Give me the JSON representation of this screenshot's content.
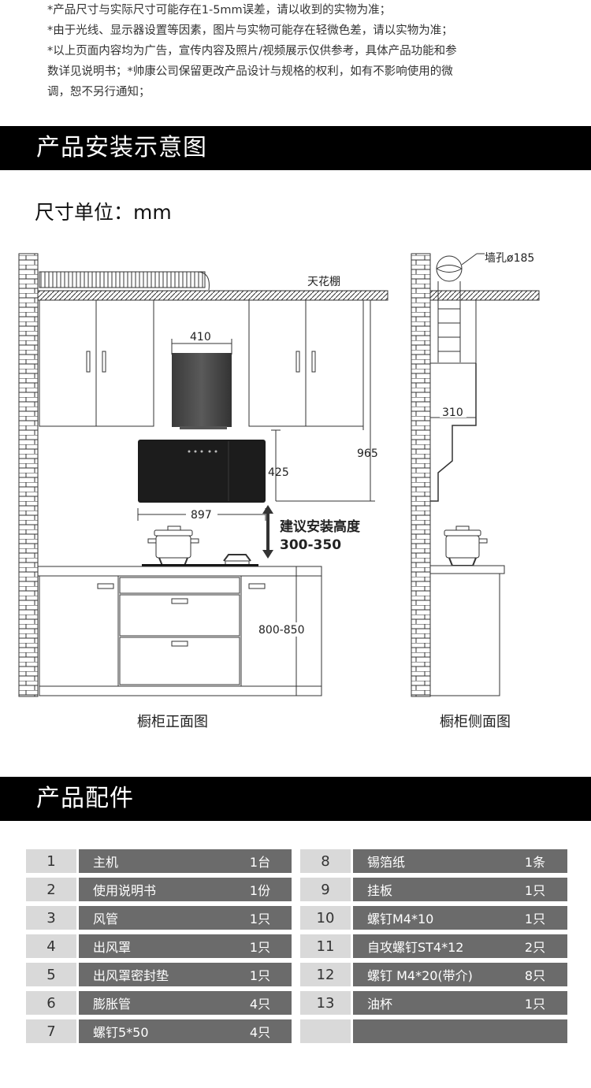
{
  "notes": [
    "*产品尺寸与实际尺寸可能存在1-5mm误差，请以收到的实物为准；",
    "*由于光线、显示器设置等因素，图片与实物可能存在轻微色差，请以实物为准；",
    "*以上页面内容均为广告，宣传内容及照片/视频展示仅供参考，具体产品功能和参",
    "数详见说明书；*帅康公司保留更改产品设计与规格的权利，如有不影响使用的微",
    "调，恕不另行通知；"
  ],
  "install_section": {
    "title": "产品安装示意图",
    "unit_label": "尺寸单位：mm",
    "front": {
      "ceiling_label": "天花棚",
      "dim_width_top": "410",
      "dim_distance_965": "965",
      "dim_height_425": "425",
      "dim_width_897": "897",
      "install_height_title": "建议安装高度",
      "install_height_value": "300-350",
      "dim_cabinet_height": "800-850",
      "caption": "橱柜正面图"
    },
    "side": {
      "wall_hole_label": "墙孔ø185",
      "dim_depth_310": "310",
      "caption": "橱柜侧面图"
    }
  },
  "accessories_section": {
    "title": "产品配件",
    "left": [
      {
        "no": "1",
        "name": "主机",
        "qty": "1台"
      },
      {
        "no": "2",
        "name": "使用说明书",
        "qty": "1份"
      },
      {
        "no": "3",
        "name": "风管",
        "qty": "1只"
      },
      {
        "no": "4",
        "name": "出风罩",
        "qty": "1只"
      },
      {
        "no": "5",
        "name": "出风罩密封垫",
        "qty": "1只"
      },
      {
        "no": "6",
        "name": "膨胀管",
        "qty": "4只"
      },
      {
        "no": "7",
        "name": "螺钉5*50",
        "qty": "4只"
      }
    ],
    "right": [
      {
        "no": "8",
        "name": "锡箔纸",
        "qty": "1条"
      },
      {
        "no": "9",
        "name": "挂板",
        "qty": "1只"
      },
      {
        "no": "10",
        "name": "螺钉M4*10",
        "qty": "1只"
      },
      {
        "no": "11",
        "name": "自攻螺钉ST4*12",
        "qty": "2只"
      },
      {
        "no": "12",
        "name": "螺钉 M4*20(带介)",
        "qty": "8只"
      },
      {
        "no": "13",
        "name": "油杯",
        "qty": "1只"
      },
      {
        "no": "",
        "name": "",
        "qty": ""
      }
    ]
  }
}
